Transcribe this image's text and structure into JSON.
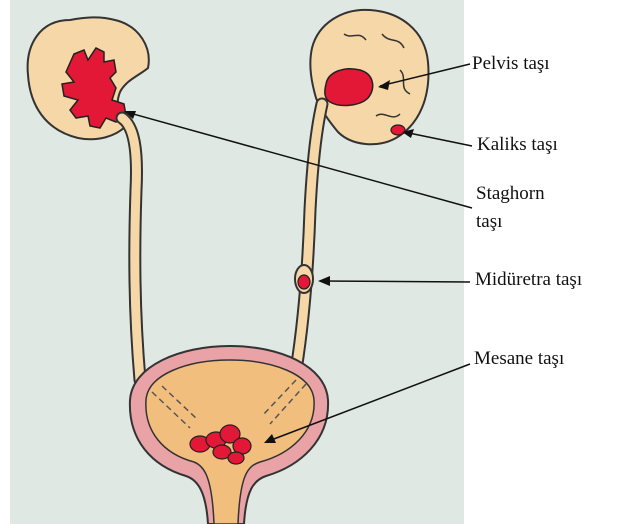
{
  "labels": {
    "pelvis": "Pelvis taşı",
    "kaliks": "Kaliks taşı",
    "staghorn_line1": "Staghorn",
    "staghorn_line2": "taşı",
    "miduretra": "Midüretra taşı",
    "mesane": "Mesane taşı"
  },
  "colors": {
    "background": "#dfe8e3",
    "organ_fill": "#f6d7a7",
    "stone_red": "#e31836",
    "bladder_wall": "#e9a3a6",
    "bladder_fill": "#f1be7e",
    "outline": "#333333"
  }
}
